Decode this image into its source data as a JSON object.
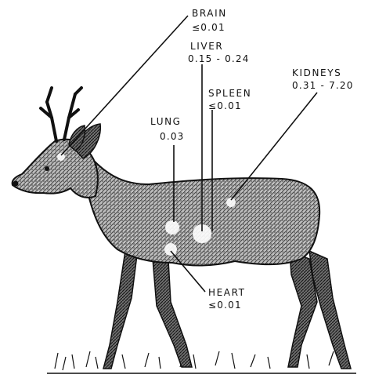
{
  "organs": {
    "brain": {
      "name": "BRAIN",
      "value": "≤0.01"
    },
    "liver": {
      "name": "LIVER",
      "value": "0.15 - 0.24"
    },
    "kidneys": {
      "name": "KIDNEYS",
      "value": "0.31 - 7.20"
    },
    "spleen": {
      "name": "SPLEEN",
      "value": "≤0.01"
    },
    "lung": {
      "name": "LUNG",
      "value": "0.03"
    },
    "heart": {
      "name": "HEART",
      "value": "≤0.01"
    }
  },
  "colors": {
    "ink": "#111111",
    "paper": "#ffffff",
    "shade": "#8a8a8a"
  }
}
